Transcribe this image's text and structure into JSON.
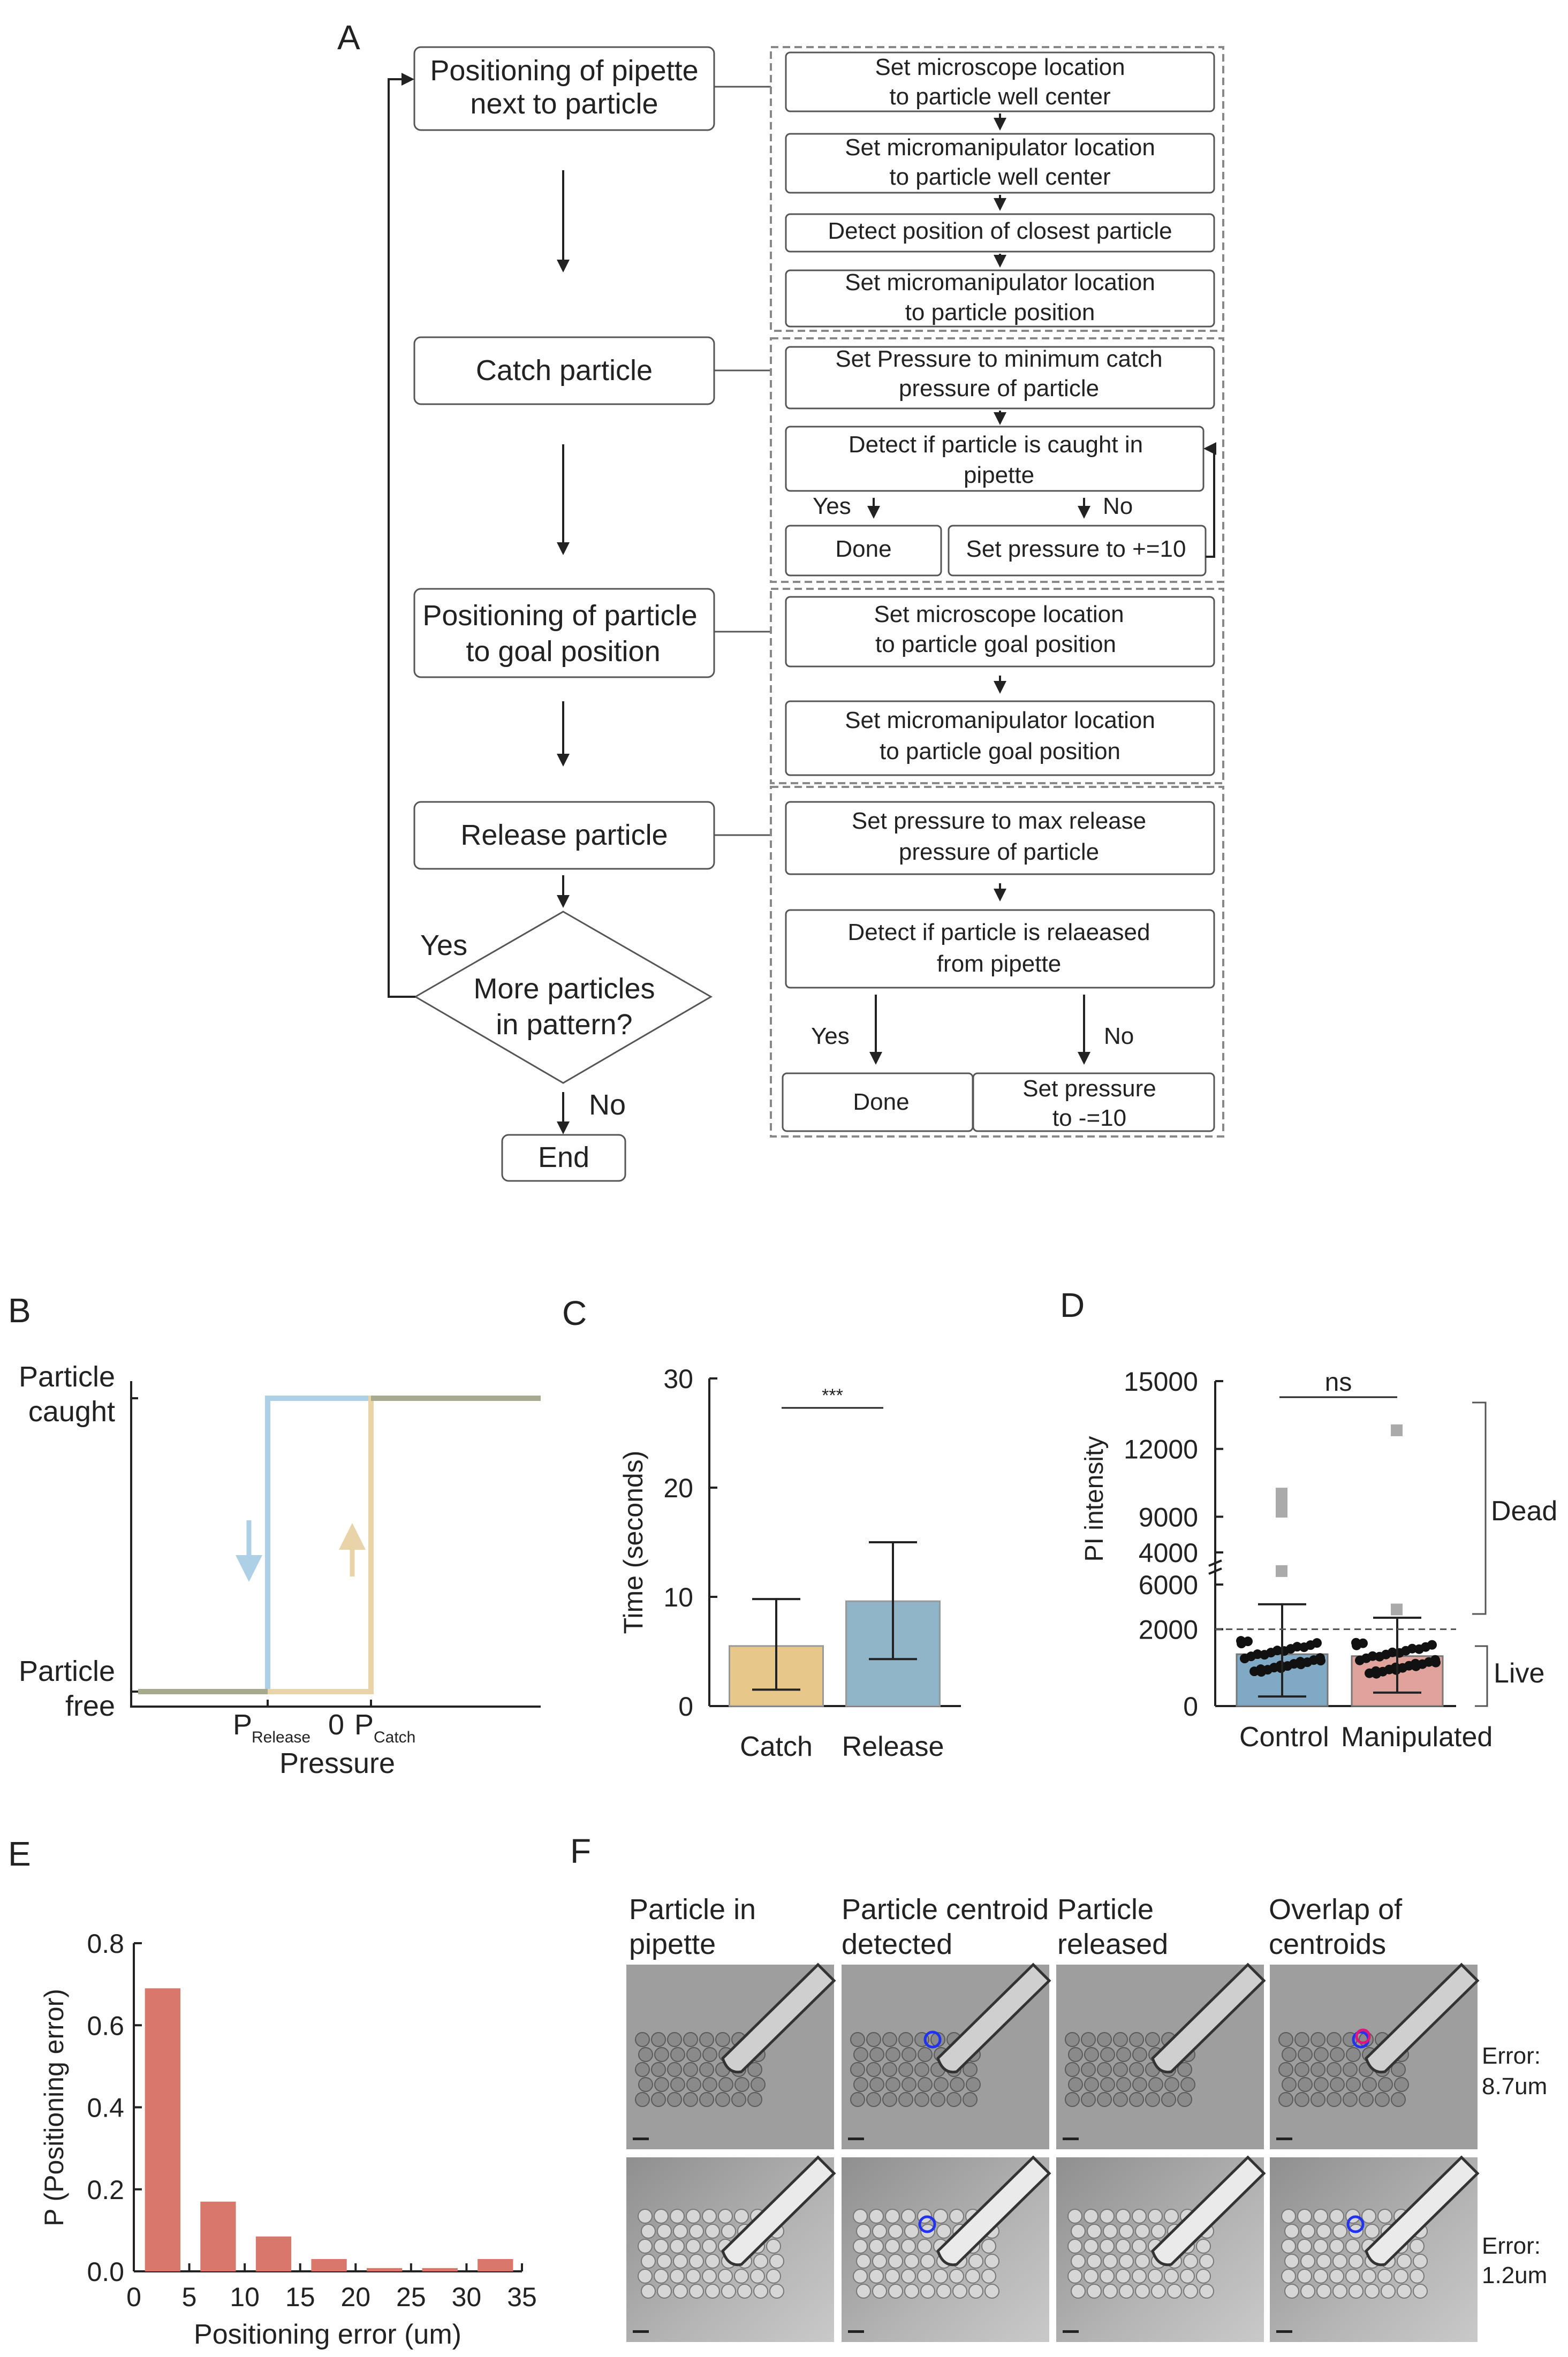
{
  "panel_labels": {
    "a": "A",
    "b": "B",
    "c": "C",
    "d": "D",
    "e": "E",
    "f": "F"
  },
  "flow": {
    "main": {
      "positioning_pipette": [
        "Positioning of pipette",
        "next to particle"
      ],
      "catch": "Catch particle",
      "positioning_particle": [
        "Positioning of particle",
        "to goal position"
      ],
      "release": "Release particle",
      "decision": [
        "More particles",
        "in pattern?"
      ],
      "yes": "Yes",
      "no": "No",
      "end": "End"
    },
    "group1": [
      [
        "Set microscope location",
        "to particle well center"
      ],
      [
        "Set micromanipulator location",
        "to particle well center"
      ],
      [
        "Detect position of closest particle"
      ],
      [
        "Set micromanipulator location",
        "to particle position"
      ]
    ],
    "group2": {
      "set_pressure": [
        "Set Pressure to minimum catch",
        "pressure of particle"
      ],
      "detect": [
        "Detect if particle is caught in",
        "pipette"
      ],
      "yes": "Yes",
      "no": "No",
      "done": "Done",
      "increase": "Set pressure to +=10"
    },
    "group3": [
      [
        "Set microscope location",
        "to particle goal position"
      ],
      [
        "Set micromanipulator location",
        "to particle goal position"
      ]
    ],
    "group4": {
      "set_pressure": [
        "Set pressure to max release",
        "pressure of particle"
      ],
      "detect": [
        "Detect if particle is relaeased",
        "from pipette"
      ],
      "yes": "Yes",
      "no": "No",
      "done": "Done",
      "decrease": [
        "Set pressure",
        "to -=10"
      ]
    }
  },
  "panel_b": {
    "ylabel_top": [
      "Particle",
      "caught"
    ],
    "ylabel_bottom": [
      "Particle",
      "free"
    ],
    "xlabel": "Pressure",
    "p_release": "P",
    "p_release_sub": "Release",
    "zero": "0",
    "p_catch": "P",
    "p_catch_sub": "Catch",
    "colors": {
      "release": "#aed0e6",
      "catch": "#e8d4a8"
    }
  },
  "chart_data": [
    {
      "type": "bar",
      "panel": "C",
      "categories": [
        "Catch",
        "Release"
      ],
      "values": [
        5.5,
        9.6
      ],
      "error_low": [
        1.5,
        4.3
      ],
      "error_high": [
        9.8,
        15.0
      ],
      "ylabel": "Time (seconds)",
      "yticks": [
        "0",
        "10",
        "20",
        "30"
      ],
      "ylim": [
        0,
        30
      ],
      "significance": "***",
      "colors": [
        "#e8c78a",
        "#90b4c8"
      ]
    },
    {
      "type": "bar",
      "panel": "D",
      "categories": [
        "Control",
        "Manipulated"
      ],
      "values": [
        1350,
        1300
      ],
      "error_low": [
        250,
        350
      ],
      "error_high": [
        2650,
        2300
      ],
      "ylabel": "PI  intensity",
      "yticks": [
        "0",
        "2000",
        "4000",
        "6000",
        "9000",
        "12000",
        "15000"
      ],
      "threshold": 2000,
      "significance": "ns",
      "regions": [
        "Dead",
        "Live"
      ],
      "outliers_control": [
        10000,
        9700,
        9200,
        3500
      ],
      "outliers_manipulated": [
        12800,
        2500
      ],
      "colors": [
        "#7fa9c4",
        "#e0a39b"
      ]
    },
    {
      "type": "bar",
      "panel": "E",
      "categories": [
        "0-5",
        "5-10",
        "10-15",
        "15-20",
        "20-25",
        "25-30",
        "30-35"
      ],
      "values": [
        0.69,
        0.17,
        0.085,
        0.03,
        0.008,
        0.008,
        0.03
      ],
      "xlabel": "Positioning error (um)",
      "ylabel": "P (Positioning error)",
      "xticks": [
        "0",
        "5",
        "10",
        "15",
        "20",
        "25",
        "30",
        "35"
      ],
      "yticks": [
        "0.0",
        "0.2",
        "0.4",
        "0.6",
        "0.8"
      ],
      "ylim": [
        0,
        0.8
      ],
      "color": "#d9776a"
    }
  ],
  "panel_f": {
    "headers": [
      [
        "Particle in",
        "pipette"
      ],
      [
        "Particle centroid",
        "detected"
      ],
      [
        "Particle",
        "released"
      ],
      [
        "Overlap of",
        "centroids"
      ]
    ],
    "errors": [
      [
        "Error:",
        "8.7um"
      ],
      [
        "Error:",
        "1.2um"
      ]
    ]
  }
}
